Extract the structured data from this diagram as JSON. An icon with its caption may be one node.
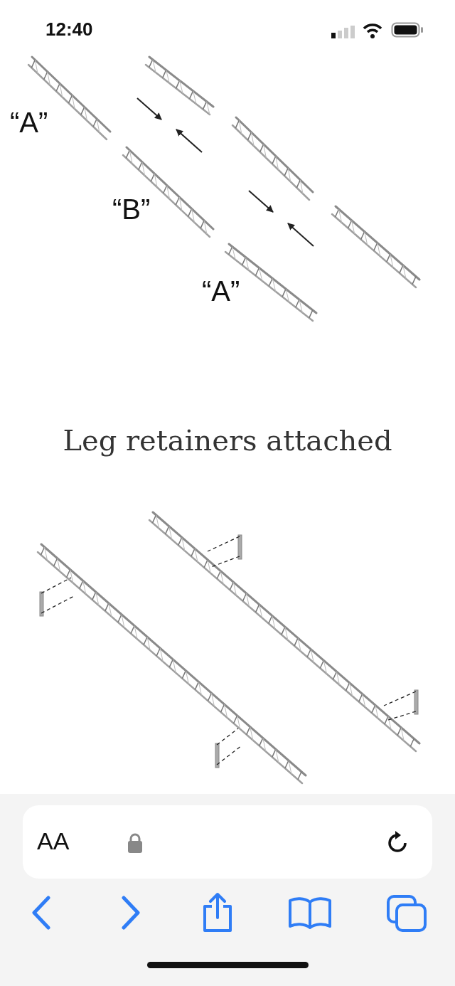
{
  "diagram": {
    "title": "Leg retainers attached",
    "labels": [
      "12:40",
      "“A”",
      "“B”",
      "“A”",
      "AA"
    ]
  }
}
